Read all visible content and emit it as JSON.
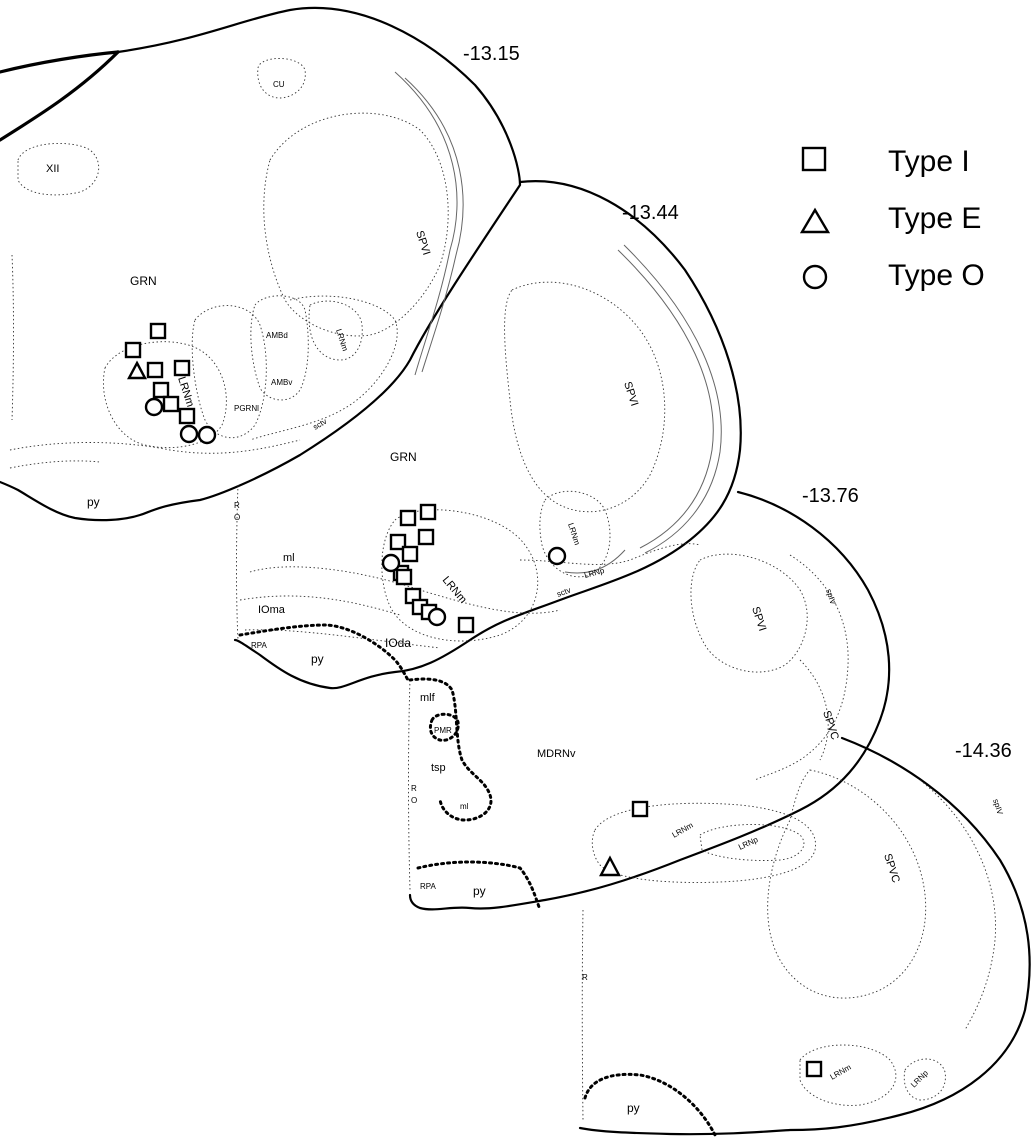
{
  "levels": [
    "-13.15",
    "-13.44",
    "-13.76",
    "-14.36"
  ],
  "legend": [
    {
      "shape": "square",
      "label": "Type I"
    },
    {
      "shape": "triangle",
      "label": "Type E"
    },
    {
      "shape": "circle",
      "label": "Type O"
    }
  ],
  "sections": [
    {
      "labels": [
        "CU",
        "XII",
        "SPVI",
        "GRN",
        "AMBd",
        "AMBv",
        "LRNm",
        "LRNm",
        "PGRNl",
        "sctv",
        "py"
      ]
    },
    {
      "labels": [
        "SPVI",
        "GRN",
        "LRNm",
        "LRNm",
        "LRNp",
        "sctv",
        "ml",
        "IOma",
        "IOda",
        "RPA",
        "py",
        "R",
        "O"
      ]
    },
    {
      "labels": [
        "SPVI",
        "spIV",
        "SPVC",
        "MDRNv",
        "mlf",
        "PMR",
        "tsp",
        "ml",
        "LRNm",
        "LRNp",
        "RPA",
        "py",
        "R",
        "O"
      ]
    },
    {
      "labels": [
        "SPVC",
        "spIV",
        "R",
        "LRNm",
        "LRNp",
        "py"
      ]
    }
  ]
}
